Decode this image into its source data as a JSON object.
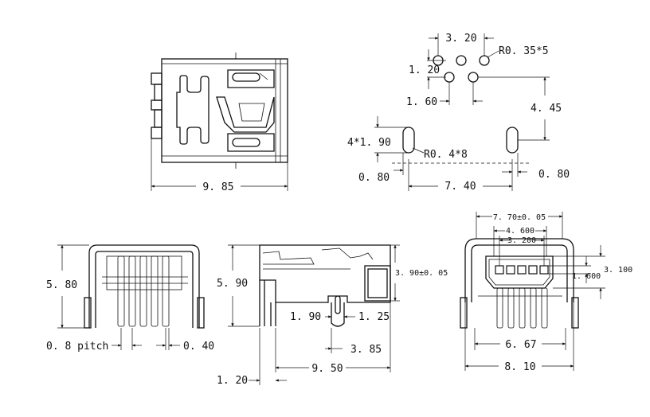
{
  "dimensions": {
    "top_width": "9. 85",
    "pitch_320": "3. 20",
    "r035": "R0. 35*5",
    "d120_top": "1. 20",
    "d160": "1. 60",
    "d445": "4. 45",
    "d4x190": "4*1. 90",
    "r04": "R0. 4*8",
    "d080_left": "0. 80",
    "d740": "7. 40",
    "d080_right": "0. 80",
    "d580": "5. 80",
    "pitch08": "0. 8 pitch",
    "d040": "0. 40",
    "d590": "5. 90",
    "d390": "3. 90±0. 05",
    "d190": "1. 90",
    "d125": "1. 25",
    "d385": "3. 85",
    "d950": "9. 50",
    "d120_bottom": "1. 20",
    "d770": "7. 70±0. 05",
    "d4600": "4. 600",
    "d3200": "3. 200",
    "d1600": "1. 600",
    "d3100": "3. 100",
    "d667": "6. 67",
    "d810": "8. 10"
  }
}
